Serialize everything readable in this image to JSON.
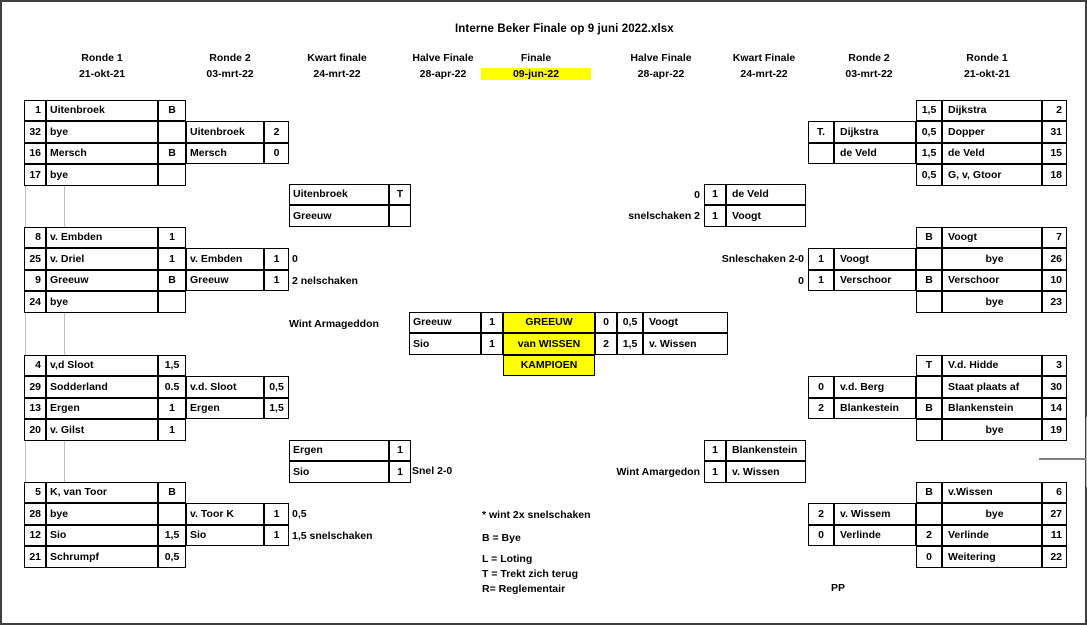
{
  "document": {
    "title": "Interne Beker Finale op 9 juni 2022.xlsx"
  },
  "round_headers": [
    {
      "name": "Ronde 1",
      "date": "21-okt-21",
      "highlight": false
    },
    {
      "name": "Ronde 2",
      "date": "03-mrt-22",
      "highlight": false
    },
    {
      "name": "Kwart finale",
      "date": "24-mrt-22",
      "highlight": false
    },
    {
      "name": "Halve Finale",
      "date": "28-apr-22",
      "highlight": false
    },
    {
      "name": "Finale",
      "date": "09-jun-22",
      "highlight": true
    },
    {
      "name": "Halve Finale",
      "date": "28-apr-22",
      "highlight": false
    },
    {
      "name": "Kwart Finale",
      "date": "24-mrt-22",
      "highlight": false
    },
    {
      "name": "Ronde 2",
      "date": "03-mrt-22",
      "highlight": false
    },
    {
      "name": "Ronde 1",
      "date": "21-okt-21",
      "highlight": false
    }
  ],
  "left": {
    "round1": [
      {
        "seed": "1",
        "player": "Uitenbroek",
        "score": "B"
      },
      {
        "seed": "32",
        "player": "bye",
        "score": ""
      },
      {
        "seed": "16",
        "player": "Mersch",
        "score": "B"
      },
      {
        "seed": "17",
        "player": "bye",
        "score": ""
      },
      {
        "seed": "8",
        "player": "v. Embden",
        "score": "1"
      },
      {
        "seed": "25",
        "player": "v. Driel",
        "score": "1"
      },
      {
        "seed": "9",
        "player": "Greeuw",
        "score": "B"
      },
      {
        "seed": "24",
        "player": "bye",
        "score": ""
      },
      {
        "seed": "4",
        "player": "v,d Sloot",
        "score": "1,5"
      },
      {
        "seed": "29",
        "player": "Sodderland",
        "score": "0.5"
      },
      {
        "seed": "13",
        "player": "Ergen",
        "score": "1"
      },
      {
        "seed": "20",
        "player": "v. Gilst",
        "score": "1"
      },
      {
        "seed": "5",
        "player": "K, van Toor",
        "score": "B"
      },
      {
        "seed": "28",
        "player": "bye",
        "score": ""
      },
      {
        "seed": "12",
        "player": "Sio",
        "score": "1,5"
      },
      {
        "seed": "21",
        "player": "Schrumpf",
        "score": "0,5"
      }
    ],
    "round2": [
      {
        "player": "Uitenbroek",
        "score": "2",
        "note": ""
      },
      {
        "player": "Mersch",
        "score": "0",
        "note": ""
      },
      {
        "player": "v. Embden",
        "score": "1",
        "note": "0"
      },
      {
        "player": "Greeuw",
        "score": "1",
        "note": "2 nelschaken"
      },
      {
        "player": "v.d. Sloot",
        "score": "0,5",
        "note": ""
      },
      {
        "player": "Ergen",
        "score": "1,5",
        "note": ""
      },
      {
        "player": "v. Toor K",
        "score": "1",
        "note": "0,5"
      },
      {
        "player": "Sio",
        "score": "1",
        "note": "1,5 snelschaken"
      }
    ],
    "quarter": [
      {
        "player": "Uitenbroek",
        "score": "T"
      },
      {
        "player": "Greeuw",
        "score": ""
      },
      {
        "player": "Ergen",
        "score": "1"
      },
      {
        "player": "Sio",
        "score": "1"
      }
    ],
    "quarter_notes": {
      "armageddon": "Wint Armageddon",
      "snel": "Snel 2-0"
    },
    "semi": [
      {
        "player": "Greeuw",
        "score": "1"
      },
      {
        "player": "Sio",
        "score": "1"
      }
    ]
  },
  "final": {
    "rows": [
      {
        "player": "GREEUW",
        "left_score": "1",
        "right_score": "0"
      },
      {
        "player": "van WISSEN",
        "left_score": "1",
        "right_score": "2"
      }
    ],
    "champion_label": "KAMPIOEN"
  },
  "right": {
    "semi": [
      {
        "score": "0,5",
        "player": "Voogt"
      },
      {
        "score": "1,5",
        "player": "v. Wissen"
      }
    ],
    "quarter": [
      {
        "outer": "0",
        "score": "1",
        "player": "de Veld",
        "note": ""
      },
      {
        "outer": "",
        "score": "1",
        "player": "Voogt",
        "note": "snelschaken 2"
      },
      {
        "outer": "",
        "score": "1",
        "player": "Blankenstein",
        "note": ""
      },
      {
        "outer": "",
        "score": "1",
        "player": "v. Wissen",
        "note": "Wint Amargedon"
      }
    ],
    "round2": [
      {
        "note": "",
        "score": "T.",
        "player": "Dijkstra"
      },
      {
        "note": "",
        "score": "",
        "player": "de Veld"
      },
      {
        "note": "Snleschaken 2-0",
        "score": "1",
        "player": "Voogt"
      },
      {
        "note": "0",
        "score": "1",
        "player": "Verschoor"
      },
      {
        "note": "",
        "score": "0",
        "player": "v.d. Berg"
      },
      {
        "note": "",
        "score": "2",
        "player": "Blankestein"
      },
      {
        "note": "",
        "score": "2",
        "player": "v. Wissem"
      },
      {
        "note": "",
        "score": "0",
        "player": "Verlinde"
      }
    ],
    "round1": [
      {
        "score": "1,5",
        "player": "Dijkstra",
        "seed": "2"
      },
      {
        "score": "0,5",
        "player": "Dopper",
        "seed": "31"
      },
      {
        "score": "1,5",
        "player": "de Veld",
        "seed": "15"
      },
      {
        "score": "0,5",
        "player": "G, v, Gtoor",
        "seed": "18"
      },
      {
        "score": "B",
        "player": "Voogt",
        "seed": "7"
      },
      {
        "score": "",
        "player": "bye",
        "seed": "26"
      },
      {
        "score": "B",
        "player": "Verschoor",
        "seed": "10"
      },
      {
        "score": "",
        "player": "bye",
        "seed": "23"
      },
      {
        "score": "T",
        "player": "V.d. Hidde",
        "seed": "3"
      },
      {
        "score": "",
        "player": "Staat plaats af",
        "seed": "30"
      },
      {
        "score": "B",
        "player": "Blankenstein",
        "seed": "14"
      },
      {
        "score": "",
        "player": "bye",
        "seed": "19"
      },
      {
        "score": "B",
        "player": "v.Wissen",
        "seed": "6"
      },
      {
        "score": "",
        "player": "bye",
        "seed": "27"
      },
      {
        "score": "2",
        "player": "Verlinde",
        "seed": "11"
      },
      {
        "score": "0",
        "player": "Weitering",
        "seed": "22"
      }
    ]
  },
  "legend": [
    "* wint 2x snelschaken",
    "B = Bye",
    "L = Loting",
    "T = Trekt zich terug",
    "R= Reglementair"
  ],
  "footer_note": "PP",
  "colors": {
    "highlight": "#ffff00",
    "border": "#000000",
    "sheet_border": "#3f3f3f"
  }
}
